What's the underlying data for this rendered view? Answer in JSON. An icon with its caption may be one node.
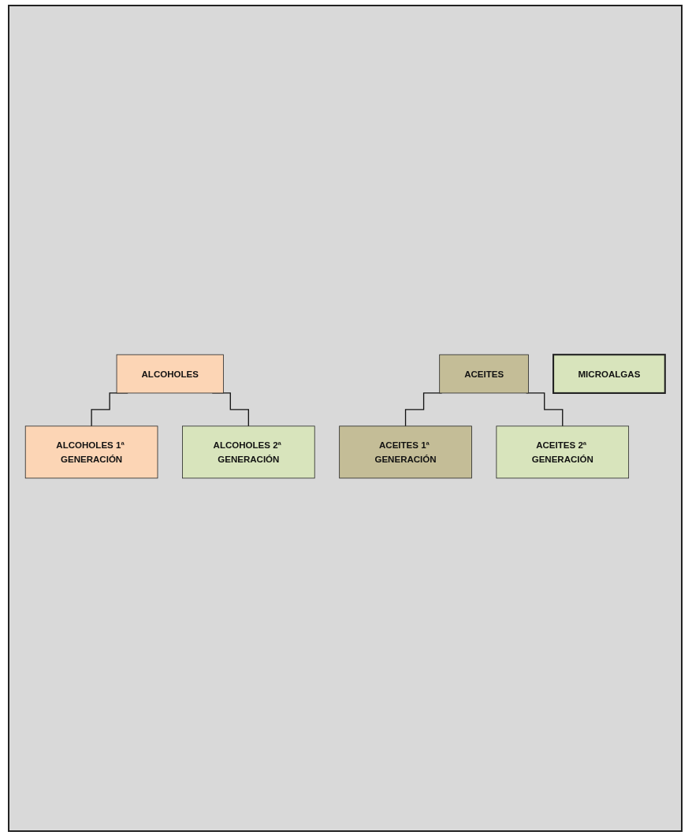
{
  "diagram": {
    "nodes": [
      {
        "text": [
          "ALCOHOLES"
        ]
      },
      {
        "text": [
          "ALCOHOLES 1ª GENERACIÓN"
        ]
      },
      {
        "text": [
          "ALCOHOLES 2ª GENERACIÓN"
        ]
      },
      {
        "text": [
          "ACEITES"
        ]
      },
      {
        "text": [
          "ACEITES 1ª GENERACIÓN"
        ]
      },
      {
        "text": [
          "ACEITES 2ª GENERACIÓN"
        ]
      },
      {
        "text": [
          "MICROALGAS"
        ]
      }
    ],
    "edges": [
      {
        "from": 0,
        "to": 1,
        "arrow": "none"
      },
      {
        "from": 0,
        "to": 2,
        "arrow": "none"
      },
      {
        "from": 3,
        "to": 4,
        "arrow": "none"
      },
      {
        "from": 3,
        "to": 5,
        "arrow": "none"
      }
    ]
  }
}
